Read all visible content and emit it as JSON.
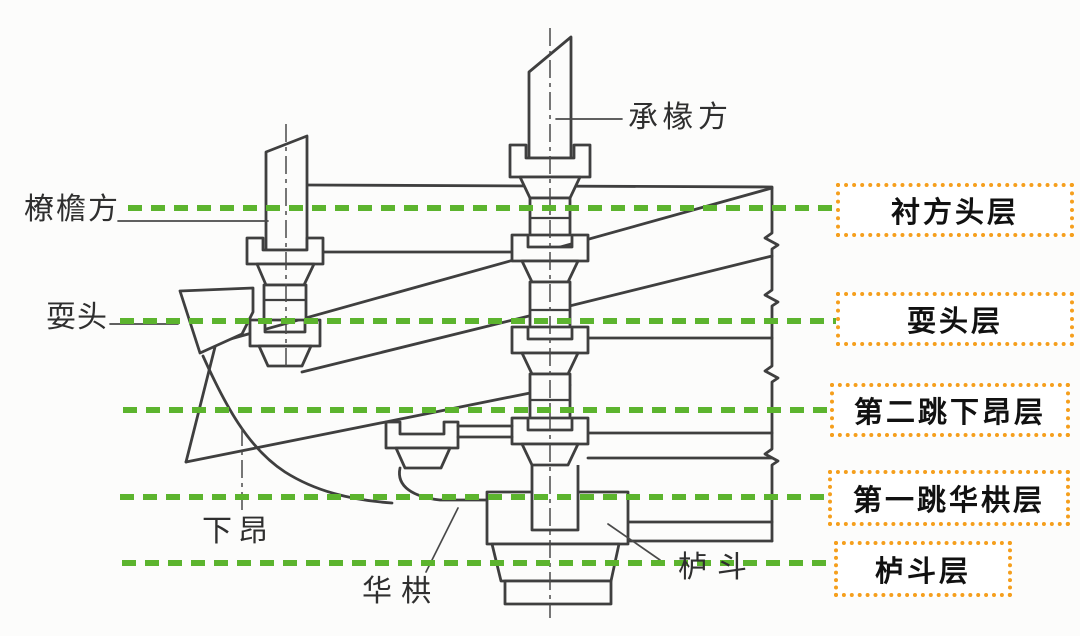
{
  "figure": {
    "description": "Cross-section diagram of a Chinese dougong bracket set with layer annotations",
    "part_labels": {
      "cheng_chuan_fang": "承椽方",
      "liao_yan_fang": "橑檐方",
      "shua_tou": "耍头",
      "xia_ang": "下昂",
      "hua_gong": "华栱",
      "lu_dou": "栌斗"
    },
    "layer_boxes": [
      {
        "label": "衬方头层"
      },
      {
        "label": "耍头层"
      },
      {
        "label": "第二跳下昂层"
      },
      {
        "label": "第一跳华栱层"
      },
      {
        "label": "栌斗层"
      }
    ],
    "colors": {
      "line": "#3f3f3f",
      "layer_line_green": "#5cb42e",
      "box_border_orange": "#f59f1d",
      "label_text": "#2f2f2f",
      "box_text": "#111111",
      "background": "#fcfcfb"
    }
  }
}
